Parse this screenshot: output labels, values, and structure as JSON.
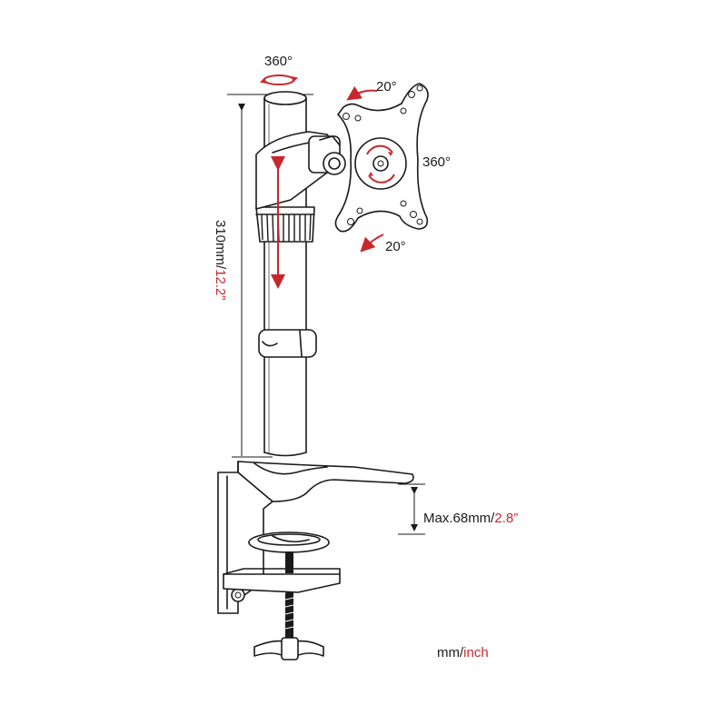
{
  "labels": {
    "pole_rotation": "360°",
    "plate_rotation": "360°",
    "tilt_top": "20°",
    "tilt_bottom": "20°",
    "height_mm": "310mm/",
    "height_inch": "12.2”",
    "clamp_mm": "Max.68mm/",
    "clamp_inch": "2.8”",
    "units_mm": "mm/",
    "units_inch": "inch"
  },
  "colors": {
    "line": "#1a1a1a",
    "accent": "#c8272d",
    "background": "#ffffff"
  }
}
